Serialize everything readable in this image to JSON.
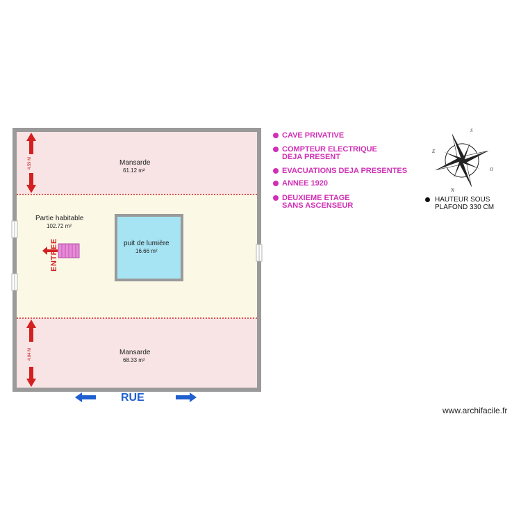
{
  "rooms": {
    "top": {
      "name": "Mansarde",
      "area": "61.12 m²"
    },
    "living": {
      "name": "Partie habitable",
      "area": "102.72 m²"
    },
    "lightwell": {
      "name": "puit de lumière",
      "area": "16.66 m²"
    },
    "bottom": {
      "name": "Mansarde",
      "area": "68.33 m²"
    }
  },
  "dimensions": {
    "top": "4.59 M",
    "bottom": "4.84 M"
  },
  "entrance_label": "ENTREE",
  "street_label": "RUE",
  "notes": [
    "CAVE PRIVATIVE",
    "COMPTEUR ELECTRIQUE\nDEJA PRESENT",
    "EVACUATIONS DEJA PRESENTES",
    "ANNEE 1920",
    "DEUXIEME ETAGE\nSANS ASCENSEUR"
  ],
  "ceiling_note": "HAUTEUR SOUS\nPLAFOND 330 CM",
  "compass": {
    "n": "N",
    "s": "S",
    "e": "E",
    "o": "O"
  },
  "watermark": "www.archifacile.fr",
  "colors": {
    "mansarde_fill": "#f8e4e4",
    "living_fill": "#fbf8e6",
    "lightwell_fill": "#a6e3f3",
    "wall": "#9a9a9a",
    "arrow_red": "#d42020",
    "street_blue": "#1f5fd0",
    "notes_magenta": "#d12fb5",
    "stairs_pink": "#e98ad9"
  }
}
